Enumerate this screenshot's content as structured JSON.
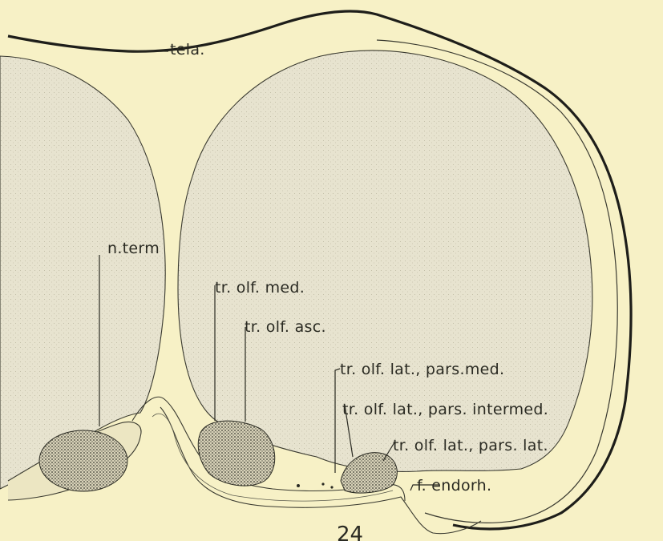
{
  "labels": {
    "tela": "tela.",
    "n_term": "n.term",
    "tr_olf_med": "tr. olf. med.",
    "tr_olf_asc": "tr. olf. asc.",
    "tr_olf_lat_pars_med": "tr. olf. lat., pars.med.",
    "tr_olf_lat_pars_intermed": "tr. olf. lat., pars. intermed.",
    "tr_olf_lat_pars_lat": "tr. olf. lat., pars. lat.",
    "f_endorh": "f. endorh."
  },
  "figure_number": "24",
  "colors": {
    "paper": "#f7f1c6",
    "tissue": "#e6e2cd",
    "ink": "#2a2a22"
  }
}
